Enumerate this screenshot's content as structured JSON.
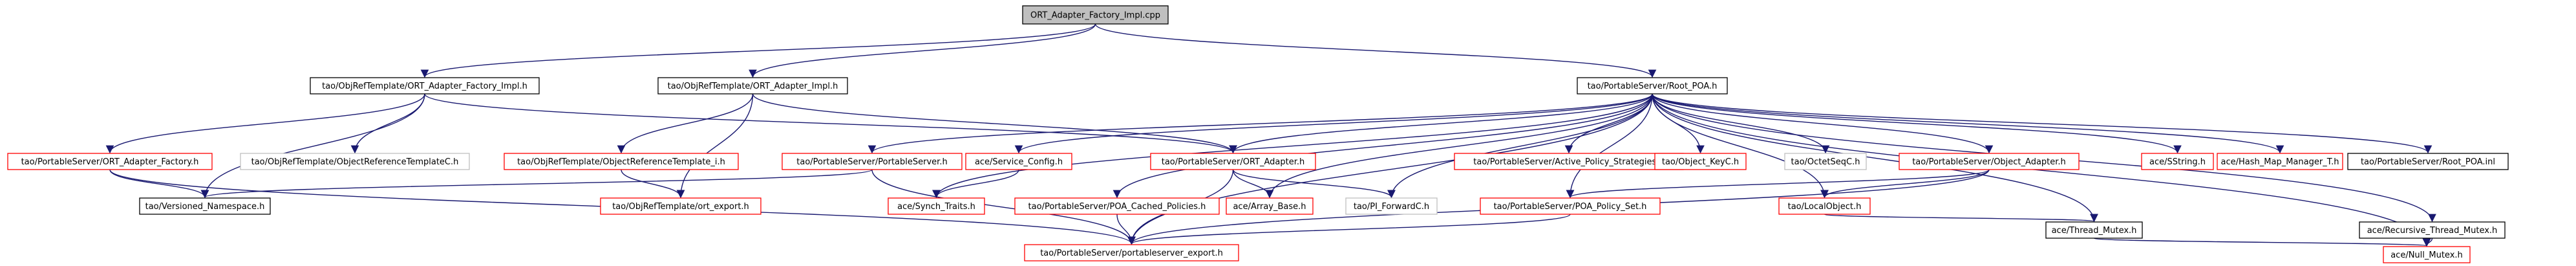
{
  "diagram": {
    "root": "ORT_Adapter_Factory_Impl.cpp",
    "nodes": [
      {
        "id": "root",
        "label": "ORT_Adapter_Factory_Impl.cpp",
        "style": "root"
      },
      {
        "id": "n1",
        "label": "tao/ObjRefTemplate/ORT_Adapter_Factory_Impl.h",
        "style": "black"
      },
      {
        "id": "n2",
        "label": "tao/ObjRefTemplate/ORT_Adapter_Impl.h",
        "style": "black"
      },
      {
        "id": "n3",
        "label": "tao/PortableServer/Root_POA.h",
        "style": "black"
      },
      {
        "id": "n4",
        "label": "tao/PortableServer/ORT_Adapter_Factory.h",
        "style": "red"
      },
      {
        "id": "n5",
        "label": "tao/ObjRefTemplate/ObjectReferenceTemplateC.h",
        "style": "gray"
      },
      {
        "id": "n6",
        "label": "tao/ObjRefTemplate/ObjectReferenceTemplate_i.h",
        "style": "red"
      },
      {
        "id": "n7",
        "label": "tao/PortableServer/PortableServer.h",
        "style": "red"
      },
      {
        "id": "n8",
        "label": "ace/Service_Config.h",
        "style": "red"
      },
      {
        "id": "n9",
        "label": "tao/PortableServer/ORT_Adapter.h",
        "style": "red"
      },
      {
        "id": "n10",
        "label": "tao/PortableServer/Active_Policy_Strategies.h",
        "style": "red"
      },
      {
        "id": "n11",
        "label": "tao/Object_KeyC.h",
        "style": "red"
      },
      {
        "id": "n12",
        "label": "tao/OctetSeqC.h",
        "style": "gray"
      },
      {
        "id": "n13",
        "label": "tao/PortableServer/Object_Adapter.h",
        "style": "red"
      },
      {
        "id": "n14",
        "label": "ace/SString.h",
        "style": "red"
      },
      {
        "id": "n15",
        "label": "ace/Hash_Map_Manager_T.h",
        "style": "red"
      },
      {
        "id": "n16",
        "label": "tao/PortableServer/Root_POA.inl",
        "style": "black"
      },
      {
        "id": "n17",
        "label": "tao/Versioned_Namespace.h",
        "style": "black"
      },
      {
        "id": "n18",
        "label": "tao/ObjRefTemplate/ort_export.h",
        "style": "red"
      },
      {
        "id": "n19",
        "label": "ace/Synch_Traits.h",
        "style": "red"
      },
      {
        "id": "n20",
        "label": "tao/PortableServer/POA_Cached_Policies.h",
        "style": "red"
      },
      {
        "id": "n21",
        "label": "ace/Array_Base.h",
        "style": "red"
      },
      {
        "id": "n22",
        "label": "tao/PI_ForwardC.h",
        "style": "gray"
      },
      {
        "id": "n23",
        "label": "tao/PortableServer/POA_Policy_Set.h",
        "style": "red"
      },
      {
        "id": "n24",
        "label": "tao/LocalObject.h",
        "style": "red"
      },
      {
        "id": "n25",
        "label": "tao/PortableServer/portableserver_export.h",
        "style": "red"
      },
      {
        "id": "n26",
        "label": "ace/Thread_Mutex.h",
        "style": "black"
      },
      {
        "id": "n27",
        "label": "ace/Recursive_Thread_Mutex.h",
        "style": "black"
      },
      {
        "id": "n28",
        "label": "ace/Null_Mutex.h",
        "style": "red"
      }
    ],
    "colors": {
      "edge": "#191970",
      "root_fill": "#bfbfbf",
      "black_border": "#000000",
      "red_border": "#ff0000",
      "gray_border": "#bfbfbf",
      "node_fill": "#ffffff"
    }
  }
}
